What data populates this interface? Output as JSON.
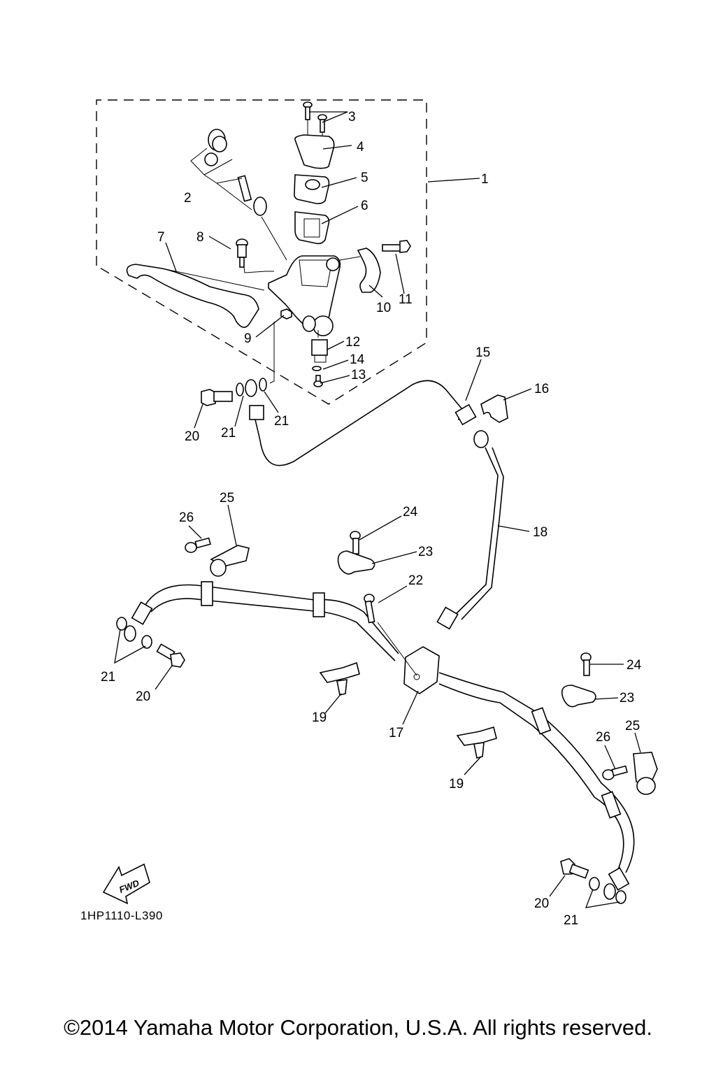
{
  "diagram": {
    "title": "Front Master Cylinder / Brake Hose Parts Diagram",
    "reference_code": "1HP1110-L390",
    "fwd_label": "FWD",
    "copyright": "©2014 Yamaha Motor Corporation, U.S.A. All rights reserved.",
    "callouts": [
      "1",
      "2",
      "3",
      "4",
      "5",
      "6",
      "7",
      "8",
      "9",
      "10",
      "11",
      "12",
      "13",
      "14",
      "15",
      "16",
      "17",
      "18",
      "19",
      "19",
      "20",
      "20",
      "20",
      "21",
      "21",
      "21",
      "21",
      "22",
      "23",
      "23",
      "24",
      "24",
      "25",
      "25",
      "26",
      "26"
    ],
    "labels": {
      "c1": "1",
      "c2": "2",
      "c3": "3",
      "c4": "4",
      "c5": "5",
      "c6": "6",
      "c7": "7",
      "c8": "8",
      "c9": "9",
      "c10": "10",
      "c11": "11",
      "c12": "12",
      "c13": "13",
      "c14": "14",
      "c15": "15",
      "c16": "16",
      "c17": "17",
      "c18": "18",
      "c19a": "19",
      "c19b": "19",
      "c20a": "20",
      "c20b": "20",
      "c20c": "20",
      "c21a": "21",
      "c21b": "21",
      "c21c": "21",
      "c21d": "21",
      "c22": "22",
      "c23a": "23",
      "c23b": "23",
      "c24a": "24",
      "c24b": "24",
      "c25a": "25",
      "c25b": "25",
      "c26a": "26",
      "c26b": "26"
    },
    "parts_groups": {
      "master_cylinder_assembly": "1",
      "assembly_contents": [
        "2",
        "3",
        "4",
        "5",
        "6",
        "7",
        "8",
        "9",
        "10",
        "11",
        "12",
        "13",
        "14"
      ]
    }
  }
}
